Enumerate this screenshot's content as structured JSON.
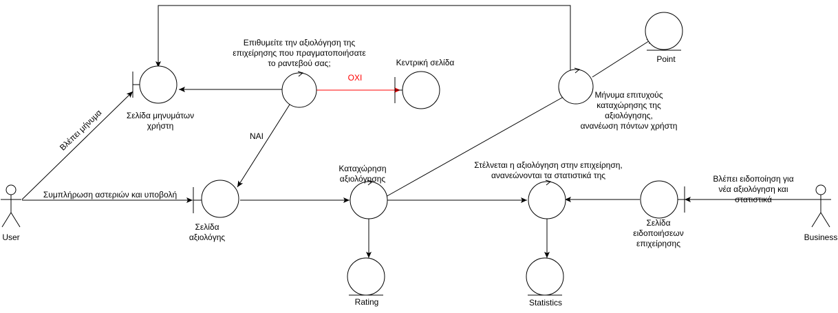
{
  "colors": {
    "stroke": "#000000",
    "negative_edge": "#ff0000",
    "background": "#ffffff"
  },
  "actors": {
    "user": {
      "label": "User",
      "icon": "stick-figure-icon"
    },
    "business": {
      "label": "Business",
      "icon": "stick-figure-icon"
    }
  },
  "boundaries": {
    "messages_page": {
      "lines": [
        "Σελίδα μηνυμάτων",
        "χρήστη"
      ]
    },
    "rating_page": {
      "lines": [
        "Σελίδα",
        "αξιολόγης"
      ]
    },
    "home_page": {
      "lines": [
        "Κεντρική σελίδα"
      ]
    },
    "business_notifications": {
      "lines": [
        "Σελίδα",
        "ειδοποιήσεων",
        "επιχείρησης"
      ]
    }
  },
  "controls": {
    "question": {
      "lines": [
        "Επιθυμείτε την αξιολόγηση της",
        "επιχείρησης που πραγματοποιήσατε",
        "το ραντεβού σας;"
      ]
    },
    "record_rating": {
      "lines": [
        "Καταχώρηση",
        "αξιολόγησης"
      ]
    },
    "success": {
      "lines": [
        "Μήνυμα επιτυχούς",
        "καταχώρησης της",
        "αξιολόγησης,",
        "ανανέωση πόντων χρήστη"
      ]
    },
    "send_rating": {
      "lines": [
        "Στέλνεται η αξιολόγηση στην επιχείρηση,",
        "ανανεώνονται τα στατιστικά της"
      ]
    }
  },
  "entities": {
    "point": {
      "label": "Point"
    },
    "rating": {
      "label": "Rating"
    },
    "statistics": {
      "label": "Statistics"
    }
  },
  "edges": {
    "sees_message": "Βλέπει μήνυμα",
    "fill_stars": "Συμπλήρωση αστεριών και υποβολή",
    "yes": "ΝΑΙ",
    "no": "ΟΧΙ",
    "business_notice": [
      "Βλέπει ειδοποίηση για",
      "νέα αξιολόγηση και",
      "στατιστικά"
    ]
  }
}
